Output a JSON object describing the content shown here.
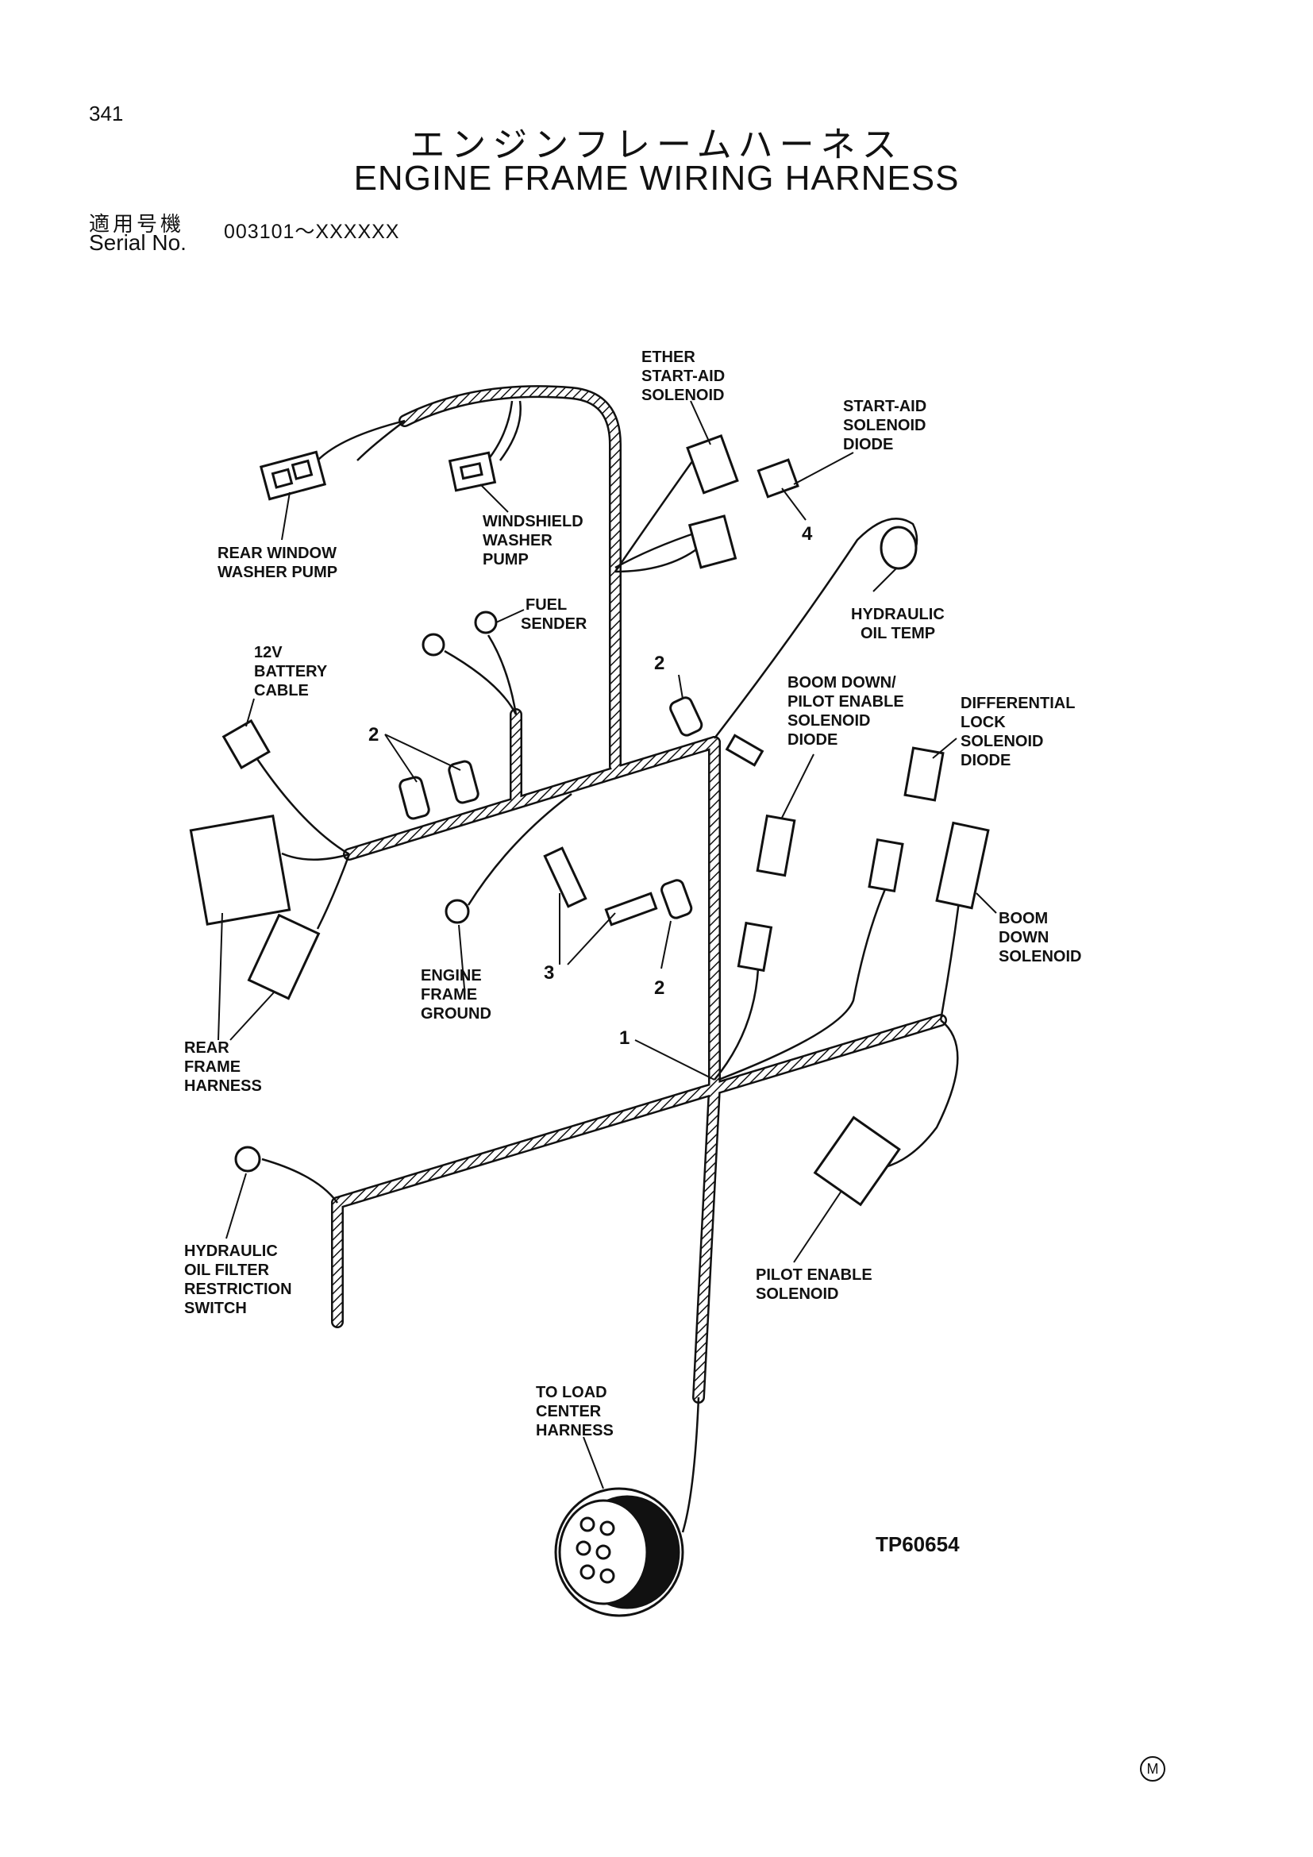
{
  "page_number": "341",
  "title_jp": "エンジンフレームハーネス",
  "title_en": "ENGINE FRAME WIRING HARNESS",
  "serial": {
    "label_jp": "適用号機",
    "label_en": "Serial No.",
    "range": "003101～XXXXXX"
  },
  "figure_code": "TP60654",
  "corner_mark": "M",
  "labels": {
    "ether_start_aid": [
      "ETHER",
      "START-AID",
      "SOLENOID"
    ],
    "start_aid_diode": [
      "START-AID",
      "SOLENOID",
      "DIODE"
    ],
    "windshield_washer": [
      "WINDSHIELD",
      "WASHER",
      "PUMP"
    ],
    "rear_window_washer": [
      "REAR WINDOW",
      "WASHER PUMP"
    ],
    "fuel_sender": [
      "FUEL",
      "SENDER"
    ],
    "hydraulic_oil_temp": [
      "HYDRAULIC",
      "OIL TEMP"
    ],
    "battery_cable": [
      "12V",
      "BATTERY",
      "CABLE"
    ],
    "boom_down_pilot_diode": [
      "BOOM DOWN/",
      "PILOT ENABLE",
      "SOLENOID",
      "DIODE"
    ],
    "diff_lock_diode": [
      "DIFFERENTIAL",
      "LOCK",
      "SOLENOID",
      "DIODE"
    ],
    "boom_down_solenoid": [
      "BOOM",
      "DOWN",
      "SOLENOID"
    ],
    "engine_frame_ground": [
      "ENGINE",
      "FRAME",
      "GROUND"
    ],
    "rear_frame_harness": [
      "REAR",
      "FRAME",
      "HARNESS"
    ],
    "hydraulic_filter_switch": [
      "HYDRAULIC",
      "OIL FILTER",
      "RESTRICTION",
      "SWITCH"
    ],
    "pilot_enable_solenoid": [
      "PILOT ENABLE",
      "SOLENOID"
    ],
    "load_center": [
      "TO LOAD",
      "CENTER",
      "HARNESS"
    ]
  },
  "callouts": {
    "harness": "1",
    "clip": "2",
    "bolt": "3",
    "diode": "4"
  }
}
